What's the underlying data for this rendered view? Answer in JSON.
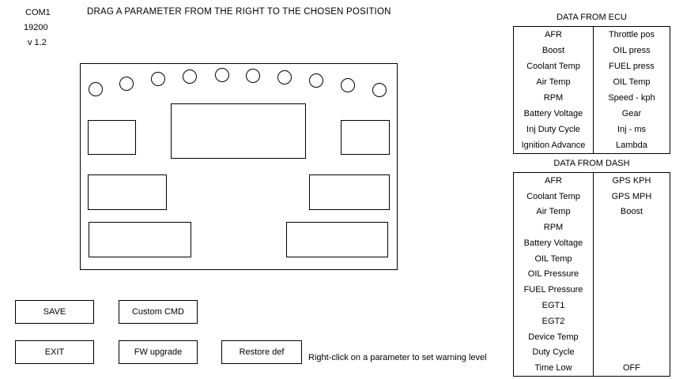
{
  "connection": {
    "com_port": "COM1",
    "baud_rate": "19200",
    "version": "v 1.2"
  },
  "header": {
    "instruction": "DRAG A PARAMETER FROM THE RIGHT TO THE CHOSEN POSITION"
  },
  "ecu_table": {
    "title": "DATA FROM ECU",
    "rows": [
      [
        "AFR",
        "Throttle pos"
      ],
      [
        "Boost",
        "OIL press"
      ],
      [
        "Coolant Temp",
        "FUEL press"
      ],
      [
        "Air Temp",
        "OIL Temp"
      ],
      [
        "RPM",
        "Speed - kph"
      ],
      [
        "Battery Voltage",
        "Gear"
      ],
      [
        "Inj Duty Cycle",
        "Inj - ms"
      ],
      [
        "Ignition Advance",
        "Lambda"
      ]
    ]
  },
  "dash_table": {
    "title": "DATA FROM DASH",
    "rows": [
      [
        "AFR",
        "GPS KPH"
      ],
      [
        "Coolant Temp",
        "GPS MPH"
      ],
      [
        "Air Temp",
        "Boost"
      ],
      [
        "RPM",
        ""
      ],
      [
        "Battery Voltage",
        ""
      ],
      [
        "OIL Temp",
        ""
      ],
      [
        "OIL Pressure",
        ""
      ],
      [
        "FUEL Pressure",
        ""
      ],
      [
        "EGT1",
        ""
      ],
      [
        "EGT2",
        ""
      ],
      [
        "Device Temp",
        ""
      ],
      [
        "Duty Cycle",
        ""
      ],
      [
        "Time Low",
        "OFF"
      ]
    ]
  },
  "buttons": {
    "save": "SAVE",
    "custom_cmd": "Custom CMD",
    "exit": "EXIT",
    "fw_upgrade": "FW upgrade",
    "restore_def": "Restore def"
  },
  "footer": {
    "hint": "Right-click on a parameter to set warning level"
  },
  "colors": {
    "background": "#ffffff",
    "line": "#000000",
    "text": "#000000"
  }
}
